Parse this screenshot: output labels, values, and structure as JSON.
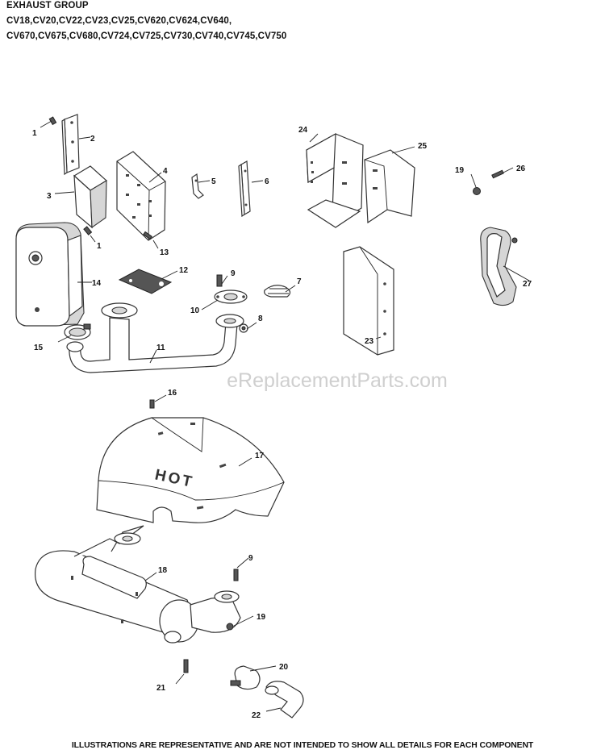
{
  "header": {
    "title": "EXHAUST GROUP",
    "models_line1": "CV18,CV20,CV22,CV23,CV25,CV620,CV624,CV640,",
    "models_line2": "CV670,CV675,CV680,CV724,CV725,CV730,CV740,CV745,CV750"
  },
  "watermark": "eReplacementParts.com",
  "heat_shield_text": "HOT",
  "callouts": {
    "c1a": "1",
    "c1b": "1",
    "c2": "2",
    "c3": "3",
    "c4": "4",
    "c5": "5",
    "c6": "6",
    "c7": "7",
    "c8": "8",
    "c9a": "9",
    "c9b": "9",
    "c10": "10",
    "c11": "11",
    "c12": "12",
    "c13": "13",
    "c14": "14",
    "c15": "15",
    "c16": "16",
    "c17": "17",
    "c18": "18",
    "c19a": "19",
    "c19b": "19",
    "c20": "20",
    "c21": "21",
    "c22": "22",
    "c23": "23",
    "c24": "24",
    "c25": "25",
    "c26": "26",
    "c27": "27"
  },
  "footer": "ILLUSTRATIONS ARE REPRESENTATIVE AND ARE NOT INTENDED TO SHOW ALL DETAILS FOR EACH COMPONENT"
}
